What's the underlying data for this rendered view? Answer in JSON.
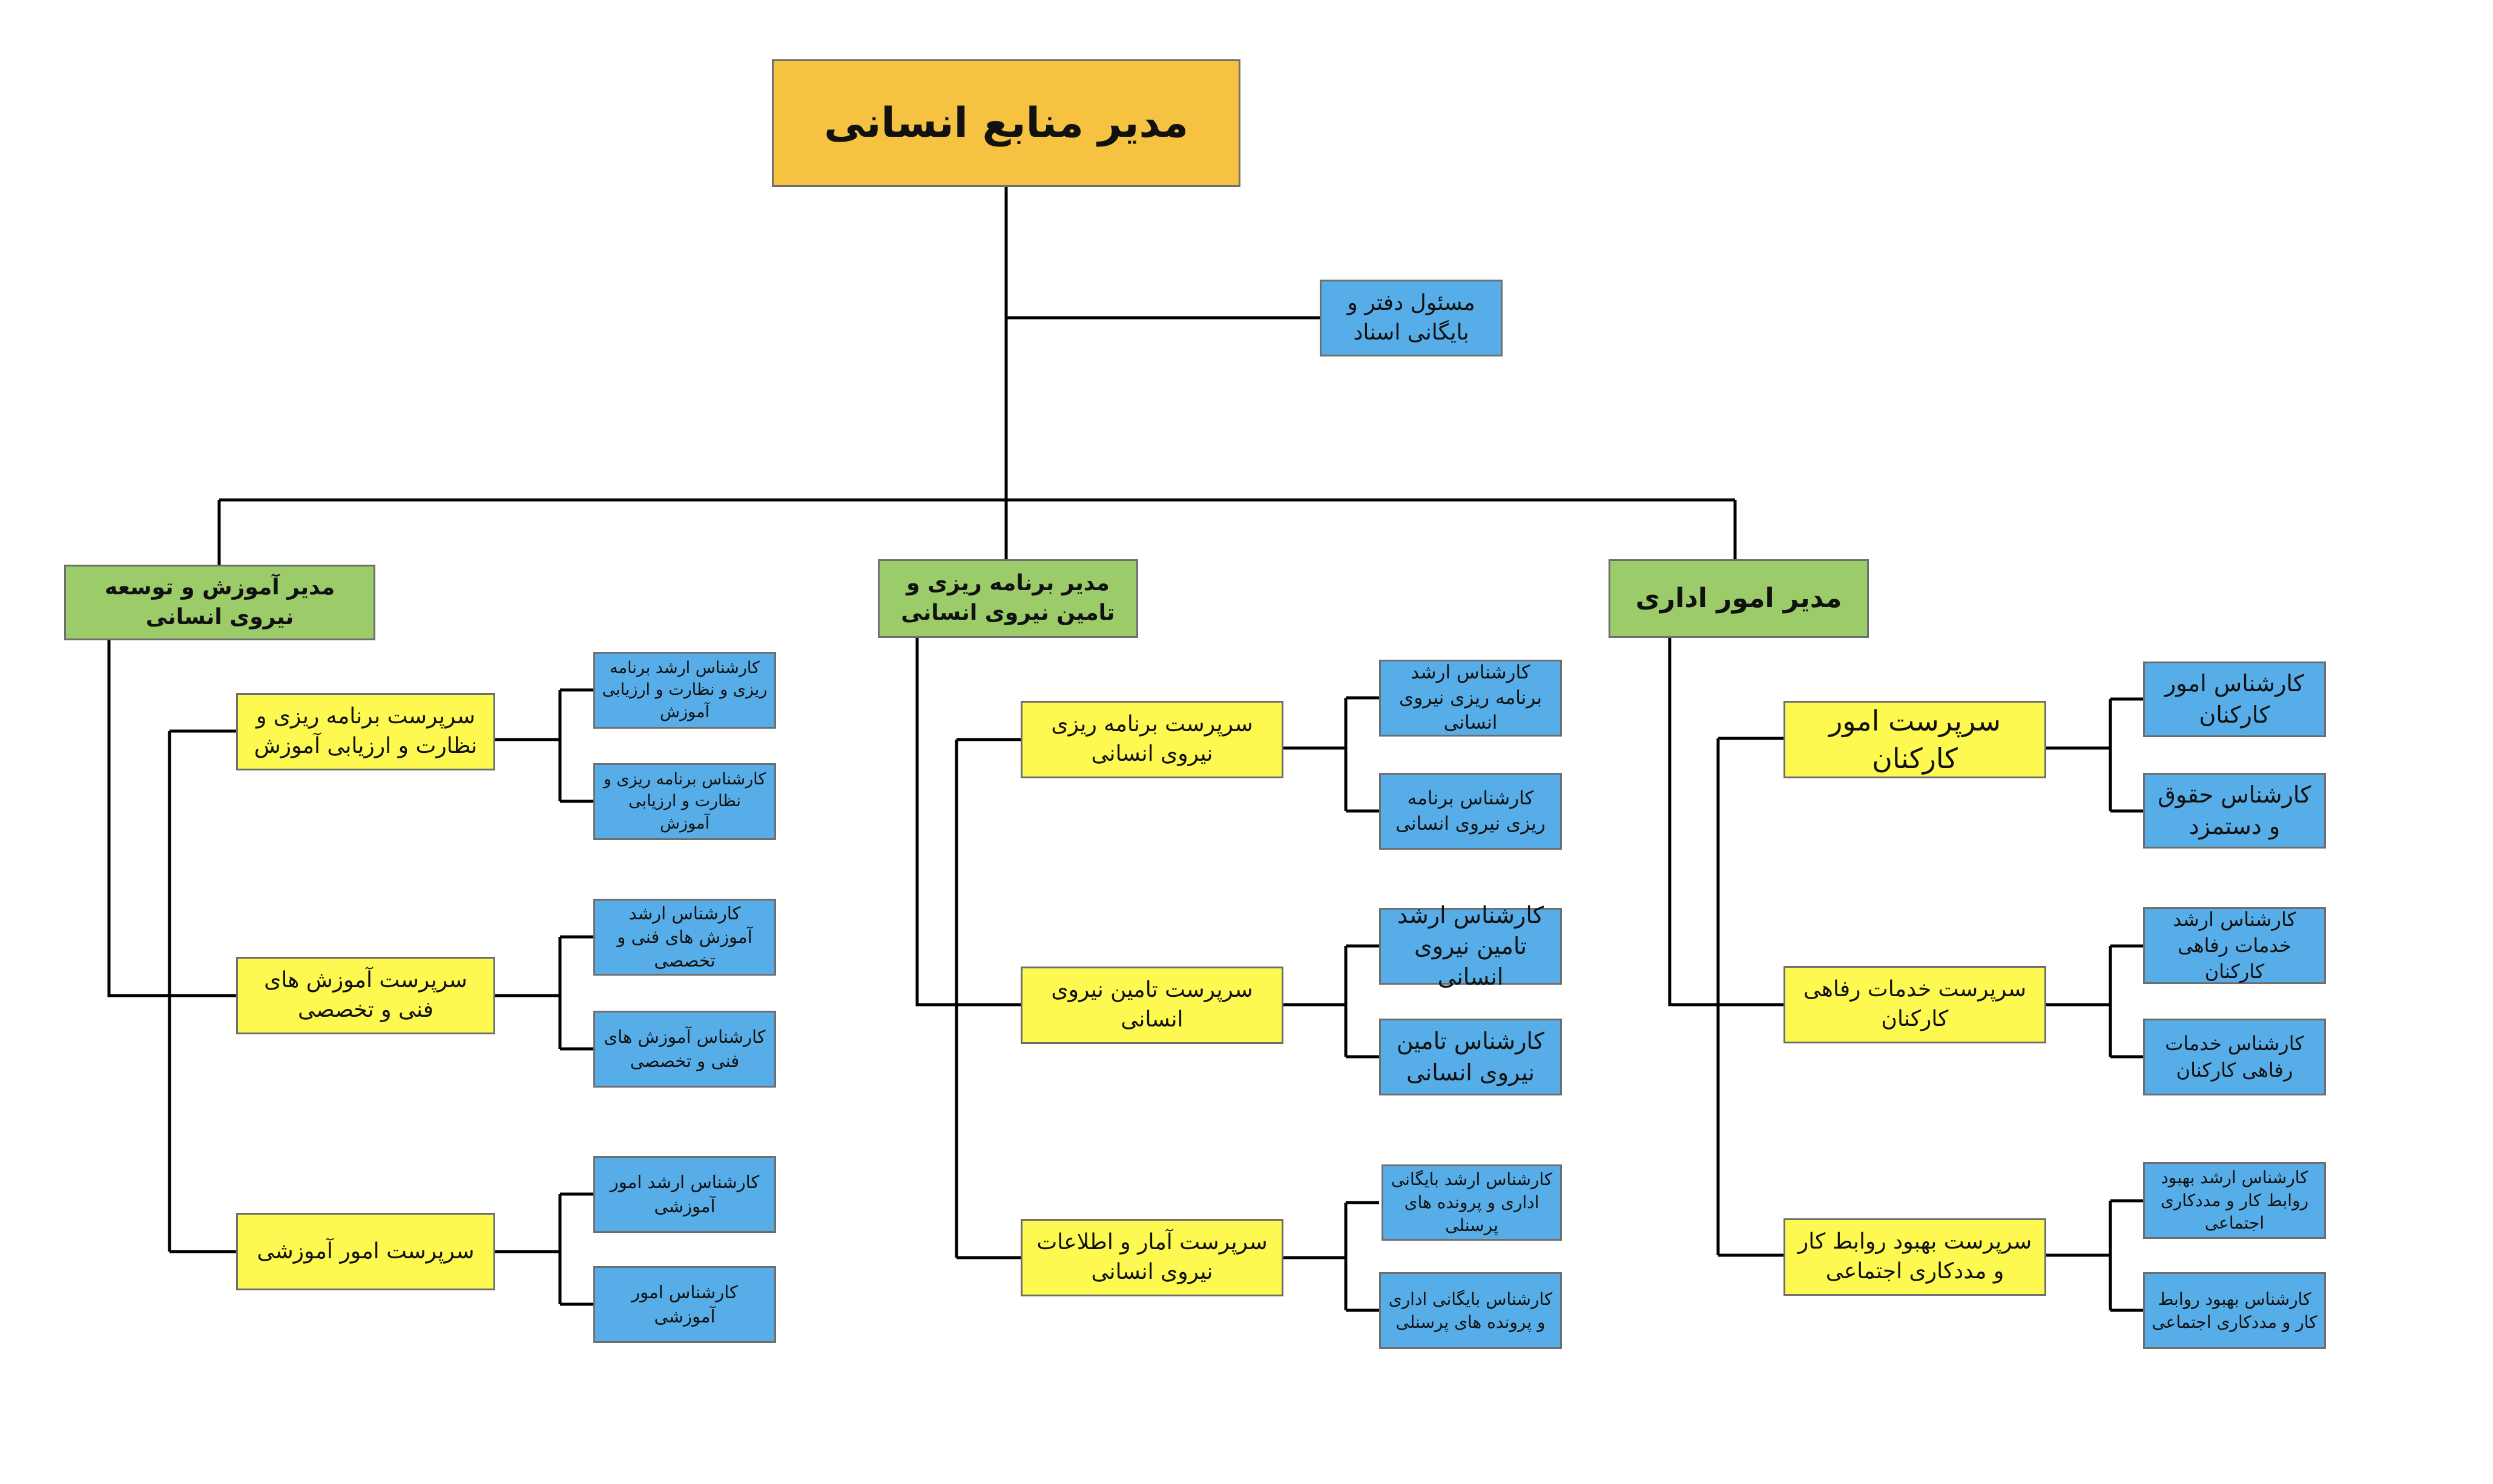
{
  "colors": {
    "top": "#f5c242",
    "manager": "#9bcc69",
    "supervisor": "#fdf951",
    "expert": "#57ade7",
    "line": "#000000"
  },
  "chart": {
    "root": "مدیر منابع انسانی",
    "office": "مسئول دفتر و بایگانی اسناد",
    "managers": {
      "admin": "مدیر امور اداری",
      "planning": "مدیر برنامه ریزی و تامین نیروی انسانی",
      "training": "مدیر آموزش و توسعه نیروی انسانی"
    },
    "supervisors": {
      "admin_staff": "سرپرست امور کارکنان",
      "admin_welfare": "سرپرست خدمات رفاهی کارکنان",
      "admin_relations": "سرپرست بهبود روابط کار و مددکاری اجتماعی",
      "plan_planning": "سرپرست برنامه ریزی نیروی انسانی",
      "plan_supply": "سرپرست تامین نیروی انسانی",
      "plan_stats": "سرپرست آمار و اطلاعات نیروی انسانی",
      "train_planning": "سرپرست برنامه ریزی و نظارت و ارزیابی آموزش",
      "train_technical": "سرپرست آموزش های فنی و تخصصی",
      "train_affairs": "سرپرست امور آموزشی"
    },
    "experts": {
      "admin_staff_1": "کارشناس امور کارکنان",
      "admin_staff_2": "کارشناس حقوق و دستمزد",
      "admin_welfare_1": "کارشناس ارشد خدمات رفاهی کارکنان",
      "admin_welfare_2": "کارشناس خدمات رفاهی کارکنان",
      "admin_relations_1": "کارشناس ارشد بهبود روابط کار و مددکاری اجتماعی",
      "admin_relations_2": "کارشناس بهبود روابط کار و مددکاری اجتماعی",
      "plan_planning_1": "کارشناس ارشد برنامه ریزی نیروی انسانی",
      "plan_planning_2": "کارشناس برنامه ریزی نیروی انسانی",
      "plan_supply_1": "کارشناس ارشد تامین نیروی انسانی",
      "plan_supply_2": "کارشناس تامین نیروی انسانی",
      "plan_stats_1": "کارشناس ارشد بایگانی اداری و پرونده های پرسنلی",
      "plan_stats_2": "کارشناس بایگانی اداری و پرونده های پرسنلی",
      "train_planning_1": "کارشناس ارشد برنامه ریزی و نظارت و ارزیابی آموزش",
      "train_planning_2": "کارشناس برنامه ریزی و نظارت و ارزیابی آموزش",
      "train_technical_1": "کارشناس ارشد آموزش های فنی و تخصصی",
      "train_technical_2": "کارشناس آموزش های فنی و تخصصی",
      "train_affairs_1": "کارشناس ارشد امور آموزشی",
      "train_affairs_2": "کارشناس امور آموزشی"
    }
  }
}
